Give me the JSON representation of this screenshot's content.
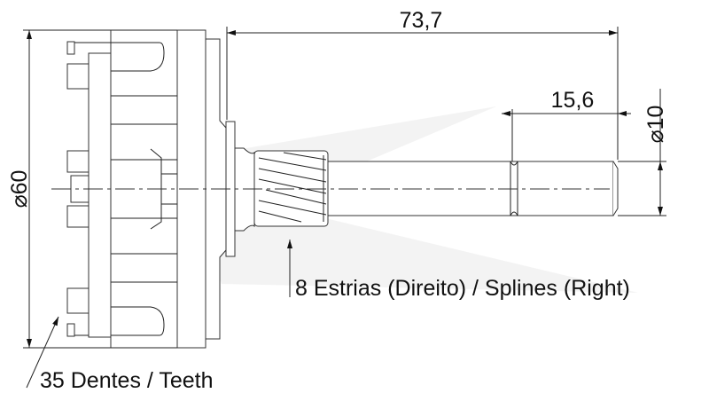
{
  "dimensions": {
    "overall_length": "73,7",
    "diameter_gear": "⌀60",
    "end_length": "15,6",
    "shaft_diameter": "⌀10"
  },
  "annotations": {
    "splines": "8 Estrias (Direito) / Splines (Right)",
    "teeth": "35 Dentes / Teeth"
  },
  "colors": {
    "line": "#222222",
    "watermark": "#eeeeee"
  }
}
